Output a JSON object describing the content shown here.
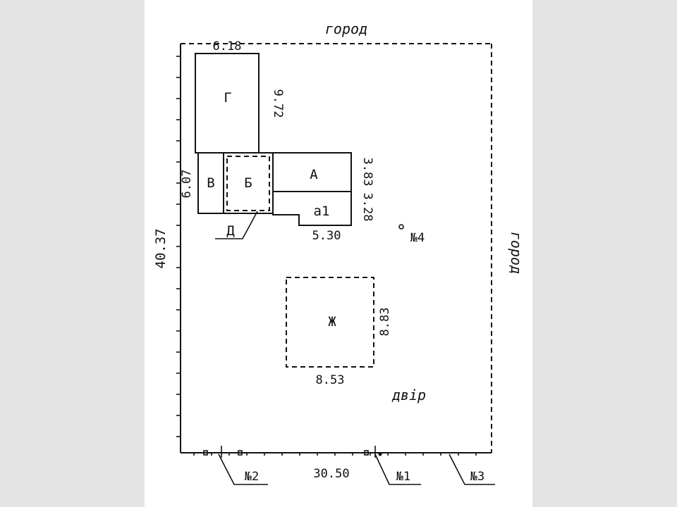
{
  "plan": {
    "labels": {
      "top_side": "город",
      "right_side": "город",
      "yard": "двір"
    },
    "buildings": {
      "g": "Г",
      "v": "В",
      "b": "Б",
      "a": "А",
      "a1": "а1",
      "d": "Д",
      "zh": "Ж"
    },
    "dimensions": {
      "g_width": "6.18",
      "g_height": "9.72",
      "v_height": "6.07",
      "a_height": "3.83",
      "a1_height": "3.28",
      "a1_width": "5.30",
      "plot_height": "40.37",
      "plot_width": "30.50",
      "zh_height": "8.83",
      "zh_width": "8.53"
    },
    "markers": {
      "m1": "№1",
      "m2": "№2",
      "m3": "№3",
      "m4": "№4"
    }
  }
}
